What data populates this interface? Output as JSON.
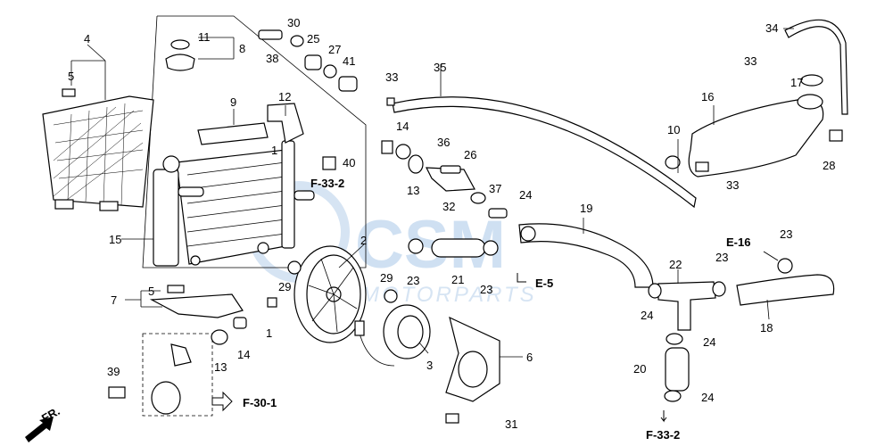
{
  "watermark": {
    "brand": "CSM",
    "subtitle": "MOTORPARTS"
  },
  "callouts": [
    "1",
    "1",
    "2",
    "3",
    "4",
    "5",
    "5",
    "6",
    "7",
    "8",
    "9",
    "10",
    "11",
    "12",
    "13",
    "13",
    "14",
    "14",
    "15",
    "16",
    "17",
    "18",
    "19",
    "20",
    "21",
    "22",
    "23",
    "23",
    "23",
    "23",
    "24",
    "24",
    "24",
    "24",
    "25",
    "26",
    "27",
    "28",
    "29",
    "29",
    "30",
    "31",
    "32",
    "33",
    "33",
    "33",
    "34",
    "35",
    "36",
    "37",
    "38",
    "39",
    "40",
    "41"
  ],
  "references": [
    "F-33-2",
    "F-33-2",
    "E-5",
    "E-16",
    "F-30-1"
  ],
  "direction_label": "FR.",
  "colors": {
    "line": "#000000",
    "watermark": "#cfe0f2"
  }
}
